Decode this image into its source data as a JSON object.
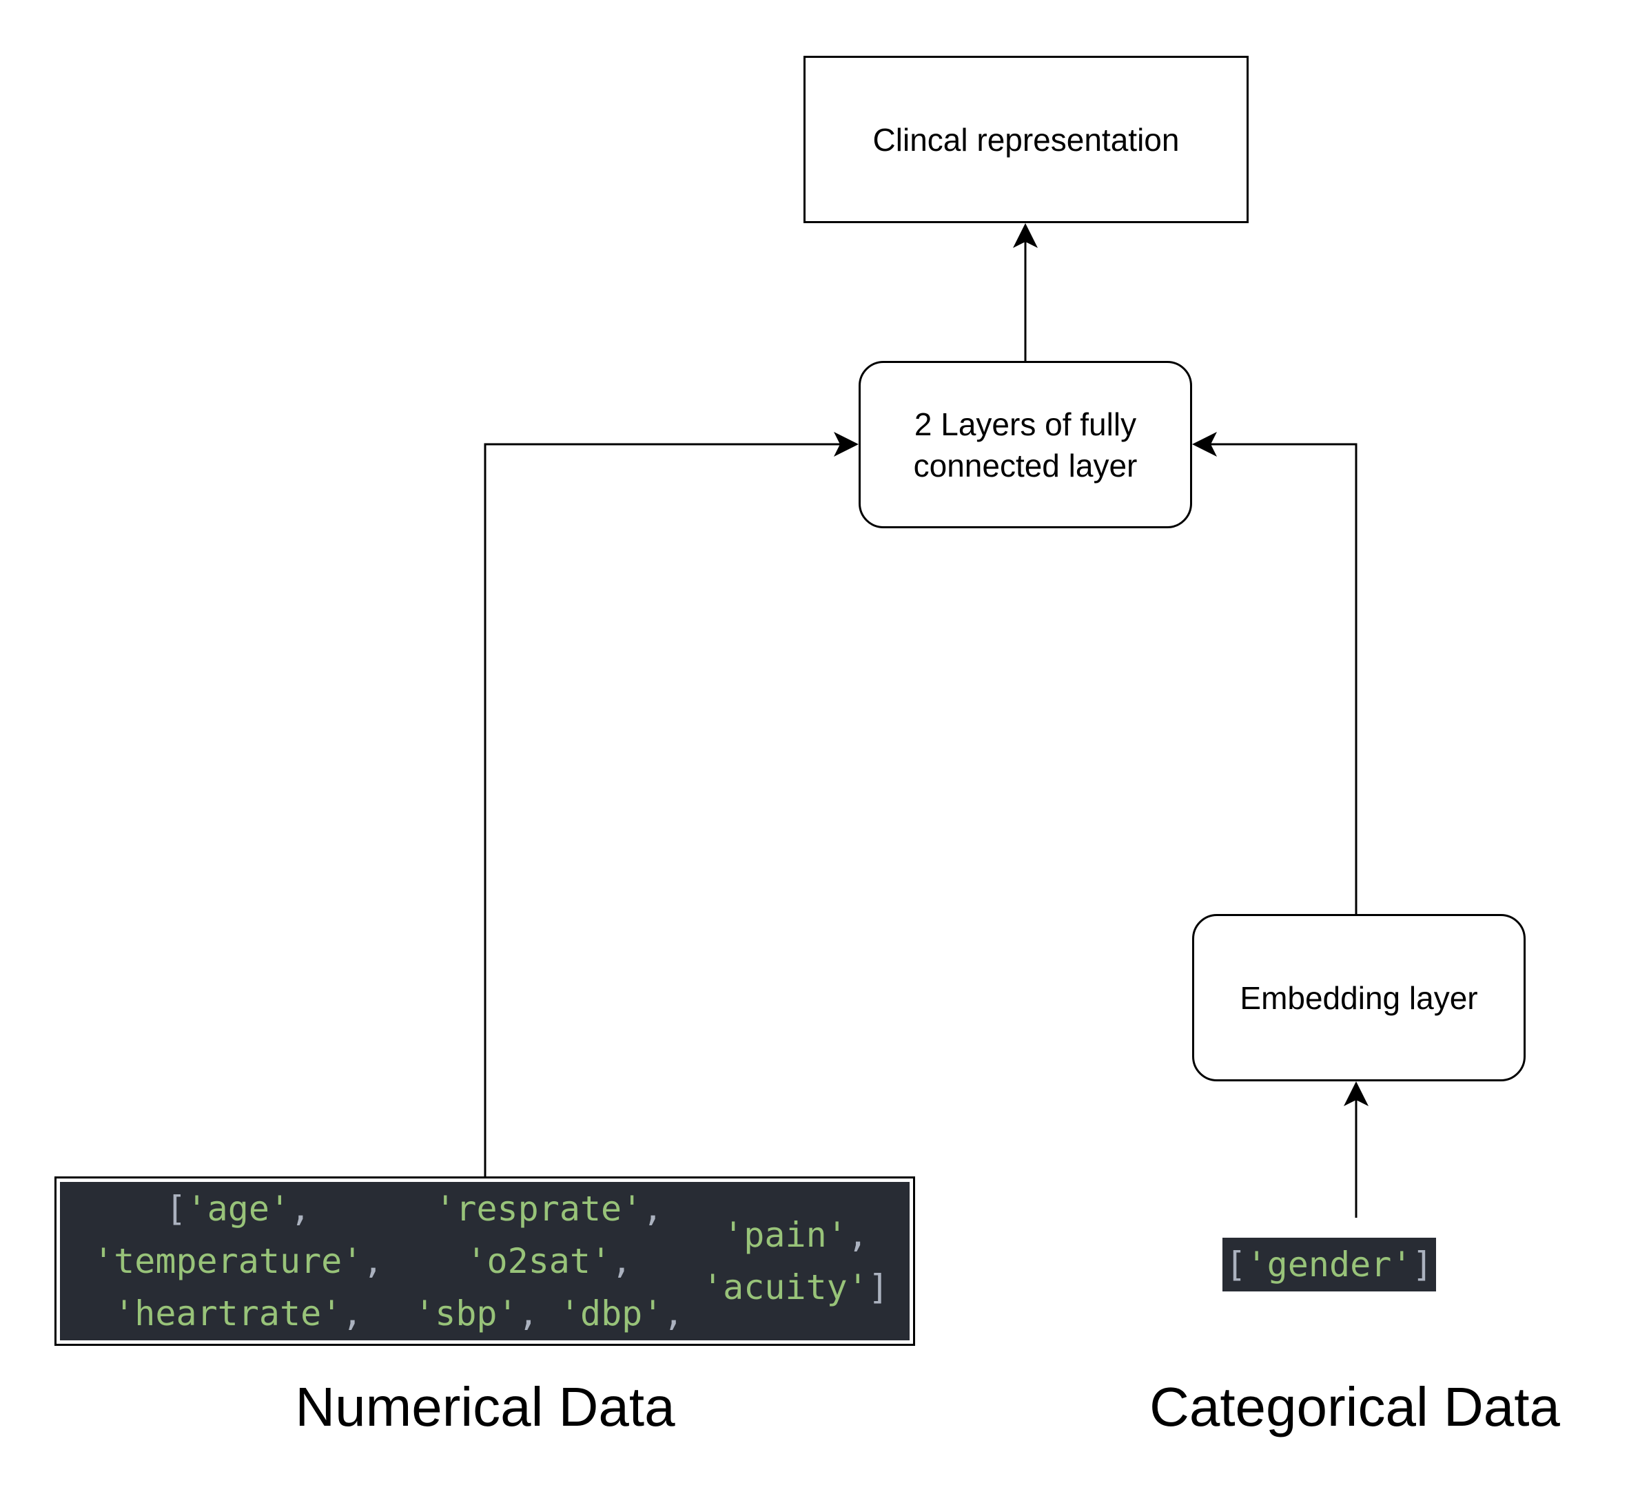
{
  "nodes": {
    "clinical_representation": "Clincal representation",
    "fully_connected": {
      "line1": "2 Layers of fully",
      "line2": "connected layer"
    },
    "embedding": "Embedding layer"
  },
  "numerical_features": {
    "lines": [
      [
        "age",
        "temperature",
        "heartrate"
      ],
      [
        "resprate",
        "o2sat",
        "sbp",
        "dbp"
      ],
      [
        "pain",
        "acuity"
      ]
    ]
  },
  "categorical_features": [
    "gender"
  ],
  "captions": {
    "numerical": "Numerical Data",
    "categorical": "Categorical Data"
  },
  "colors": {
    "code_background": "#282c34",
    "code_string": "#98c379",
    "code_punctuation": "#abb2bf",
    "stroke": "#000000"
  }
}
